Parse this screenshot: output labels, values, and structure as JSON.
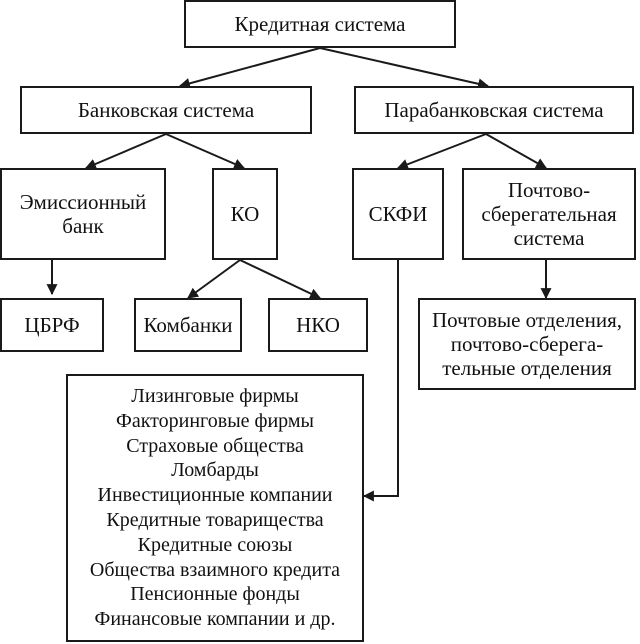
{
  "diagram": {
    "nodes": {
      "root": {
        "lines": [
          "Кредитная система"
        ]
      },
      "bank_system": {
        "lines": [
          "Банковская система"
        ]
      },
      "parabank_system": {
        "lines": [
          "Парабанковская система"
        ]
      },
      "emission_bank": {
        "lines": [
          "Эмиссионный",
          "банк"
        ]
      },
      "ko": {
        "lines": [
          "КО"
        ]
      },
      "skfi": {
        "lines": [
          "СКФИ"
        ]
      },
      "postal_savings": {
        "lines": [
          "Почтово-",
          "сберегательная",
          "система"
        ]
      },
      "cbrf": {
        "lines": [
          "ЦБРФ"
        ]
      },
      "combanks": {
        "lines": [
          "Комбанки"
        ]
      },
      "nko": {
        "lines": [
          "НКО"
        ]
      },
      "postal_offices": {
        "lines": [
          "Почтовые отделения,",
          "почтово-сберега-",
          "тельные отделения"
        ]
      },
      "skfi_list": {
        "lines": [
          "Лизинговые фирмы",
          "Факторинговые фирмы",
          "Страховые общества",
          "Ломбарды",
          "Инвестиционные компании",
          "Кредитные товарищества",
          "Кредитные союзы",
          "Общества взаимного кредита",
          "Пенсионные фонды",
          "Финансовые компании и др."
        ]
      }
    },
    "edges": [
      {
        "from": "root",
        "to": "bank_system"
      },
      {
        "from": "root",
        "to": "parabank_system"
      },
      {
        "from": "bank_system",
        "to": "emission_bank"
      },
      {
        "from": "bank_system",
        "to": "ko"
      },
      {
        "from": "parabank_system",
        "to": "skfi"
      },
      {
        "from": "parabank_system",
        "to": "postal_savings"
      },
      {
        "from": "emission_bank",
        "to": "cbrf"
      },
      {
        "from": "ko",
        "to": "combanks"
      },
      {
        "from": "ko",
        "to": "nko"
      },
      {
        "from": "postal_savings",
        "to": "postal_offices"
      },
      {
        "from": "skfi",
        "to": "skfi_list"
      }
    ]
  }
}
